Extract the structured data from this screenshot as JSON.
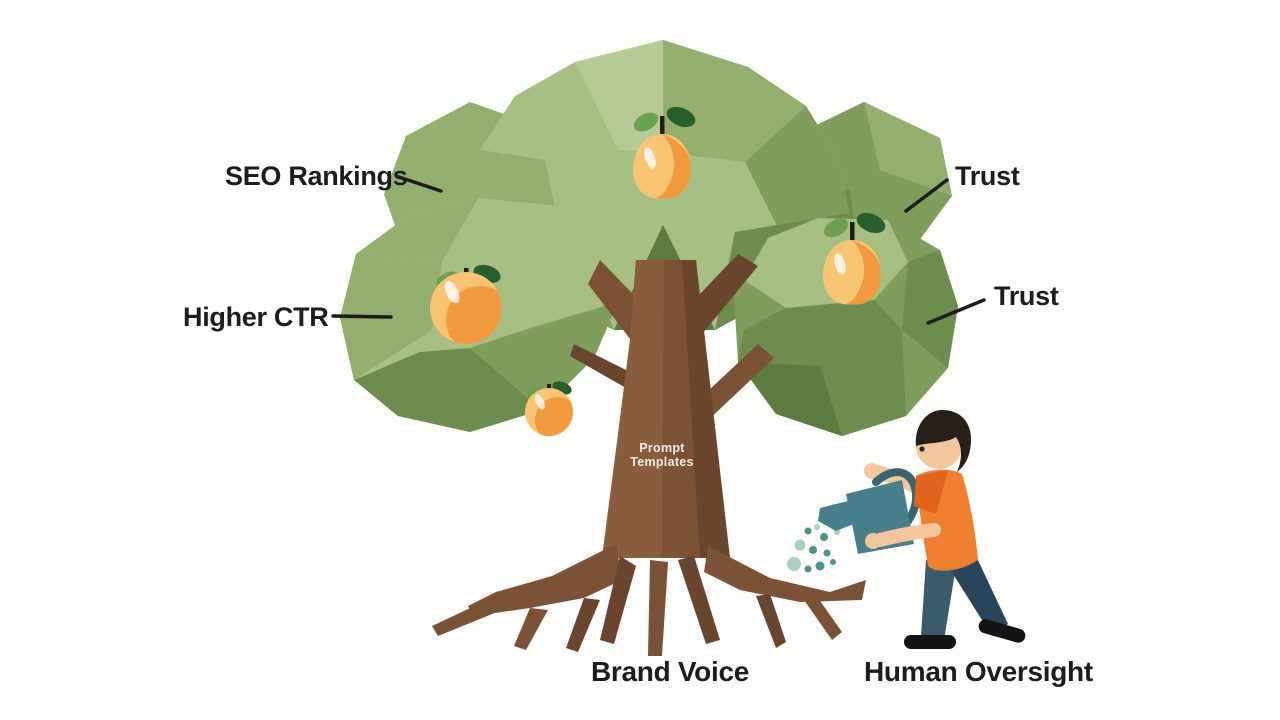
{
  "illustration": {
    "title_hint": "low-poly tree infographic with labeled benefits and a person watering the roots",
    "labels": {
      "seo_rankings": "SEO Rankings",
      "higher_ctr": "Higher CTR",
      "trust_top": "Trust",
      "trust_right": "Trust",
      "brand_voice": "Brand Voice",
      "human_oversight": "Human Oversight",
      "trunk_label": {
        "line1": "Prompt",
        "line2": "Templates"
      }
    },
    "icons": [
      "tree-canopy-icon",
      "fruit-icon",
      "tree-trunk-icon",
      "tree-roots-icon",
      "watering-can-icon",
      "water-droplets-icon",
      "person-icon"
    ],
    "colors": {
      "background": "#fdfdfb",
      "green_1": "#b5ca95",
      "green_2": "#a6bf82",
      "green_3": "#92af6e",
      "green_4": "#7f9e5b",
      "green_5": "#6c8d4e",
      "green_6": "#5b7b41",
      "brown_light": "#8a5d3e",
      "brown_mid": "#7b5236",
      "brown_dark": "#6a452e",
      "fruit_light": "#f9c471",
      "fruit_mid": "#f29b3e",
      "leaf_light": "#6ba04f",
      "leaf_dark": "#265f2d",
      "stem": "#1e1e1e",
      "label_text": "#1d1d1d",
      "trunk_text": "#f6f1e6",
      "skin": "#f3c79b",
      "hair": "#27201a",
      "shirt": "#ee7e30",
      "sleeve": "#e0641d",
      "pants_light": "#3b5a6c",
      "pants_dark": "#29455a",
      "shoe": "#141414",
      "can_teal": "#47808c",
      "can_dark": "#38656f",
      "water_light": "#a9d0c5",
      "water_dark": "#4a948b"
    }
  }
}
